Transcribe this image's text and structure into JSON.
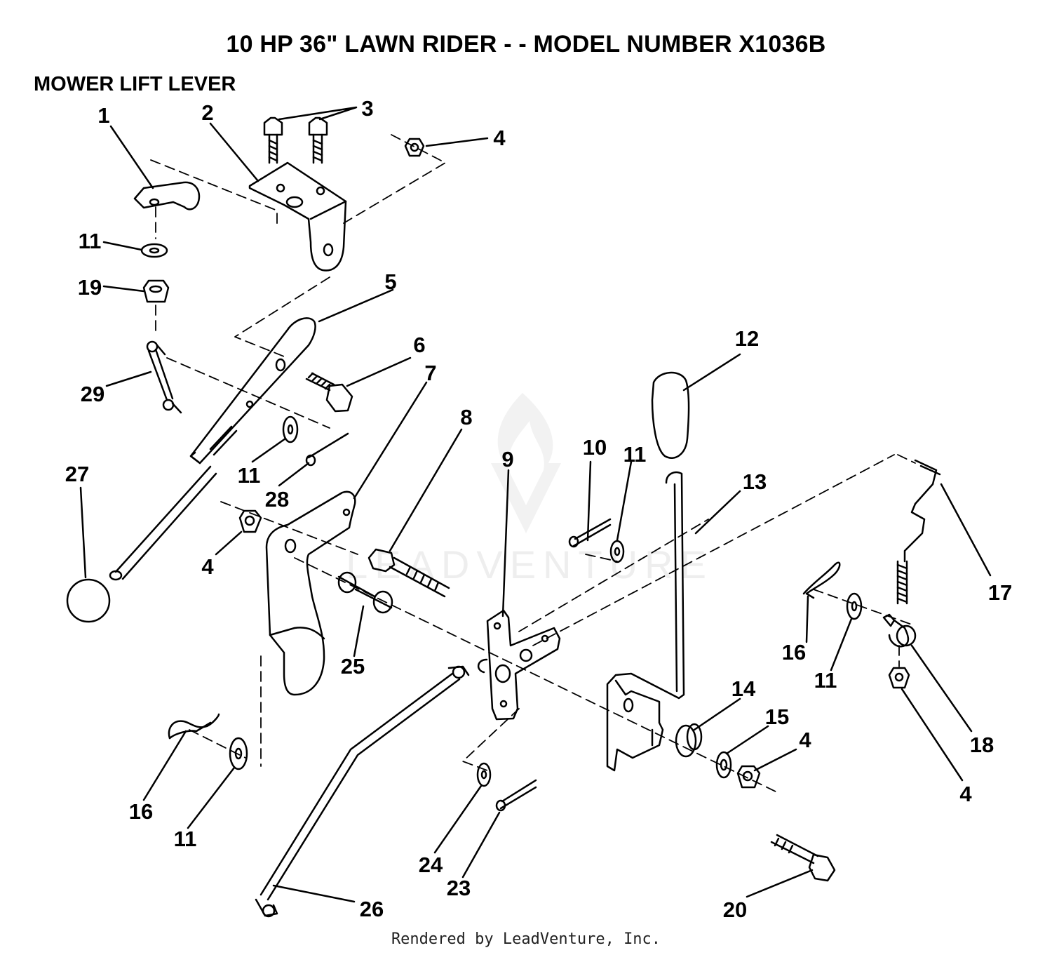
{
  "title": "10 HP 36\" LAWN RIDER - - MODEL NUMBER X1036B",
  "section": "MOWER LIFT LEVER",
  "footer": "Rendered by LeadVenture, Inc.",
  "watermark": "LEADVENTURE",
  "callouts": {
    "c1": "1",
    "c2": "2",
    "c3": "3",
    "c4a": "4",
    "c5": "5",
    "c6": "6",
    "c7": "7",
    "c8": "8",
    "c9": "9",
    "c10": "10",
    "c11a": "11",
    "c12": "12",
    "c13": "13",
    "c11b": "11",
    "c19": "19",
    "c29": "29",
    "c11c": "11",
    "c28": "28",
    "c27": "27",
    "c4b": "4",
    "c25": "25",
    "c16a": "16",
    "c11d": "11",
    "c16b": "16",
    "c11e": "11",
    "c17": "17",
    "c14": "14",
    "c15": "15",
    "c4c": "4",
    "c18": "18",
    "c4d": "4",
    "c24": "24",
    "c23": "23",
    "c26": "26",
    "c20": "20"
  },
  "colors": {
    "line": "#000000",
    "watermark": "#eeeeee"
  }
}
